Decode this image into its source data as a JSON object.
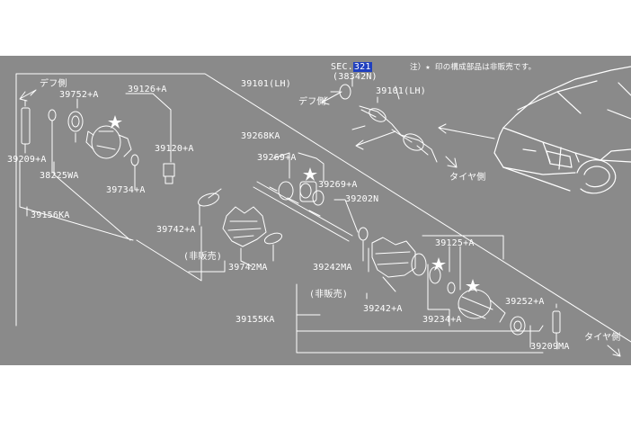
{
  "header": {
    "sec_prefix": "SEC.",
    "sec_number": "321",
    "sec_sub": "(38342N)",
    "note": "注）★ 印の構成部品は非販売です。"
  },
  "labels": {
    "diff_side_left": "デフ側",
    "diff_side_right": "デフ側",
    "tire_side_mid": "タイヤ側",
    "tire_side_right": "タイヤ側",
    "p39101_lh_top": "39101(LH)",
    "p39101_lh_mid": "39101(LH)",
    "p39752a": "39752+A",
    "p39126a": "39126+A",
    "p39120a": "39120+A",
    "p39209a_left": "39209+A",
    "p38225wa": "38225WA",
    "p39734a": "39734+A",
    "p39156ka": "39156KA",
    "p39268ka": "39268KA",
    "p39269a_1": "39269+A",
    "p39269a_2": "39269+A",
    "p39202n": "39202N",
    "p39742a": "39742+A",
    "hanbai1": "(非販売)",
    "p39742ma": "39742MA",
    "p39242ma": "39242MA",
    "p39125a": "39125+A",
    "hanbai2": "(非販売)",
    "p39242a": "39242+A",
    "p39252a": "39252+A",
    "p39234a": "39234+A",
    "p39155ka": "39155KA",
    "p39209ma": "39209MA"
  },
  "colors": {
    "background": "#8a8a8a",
    "linework": "#ffffff",
    "sec_highlight": "#1f3fbf"
  }
}
